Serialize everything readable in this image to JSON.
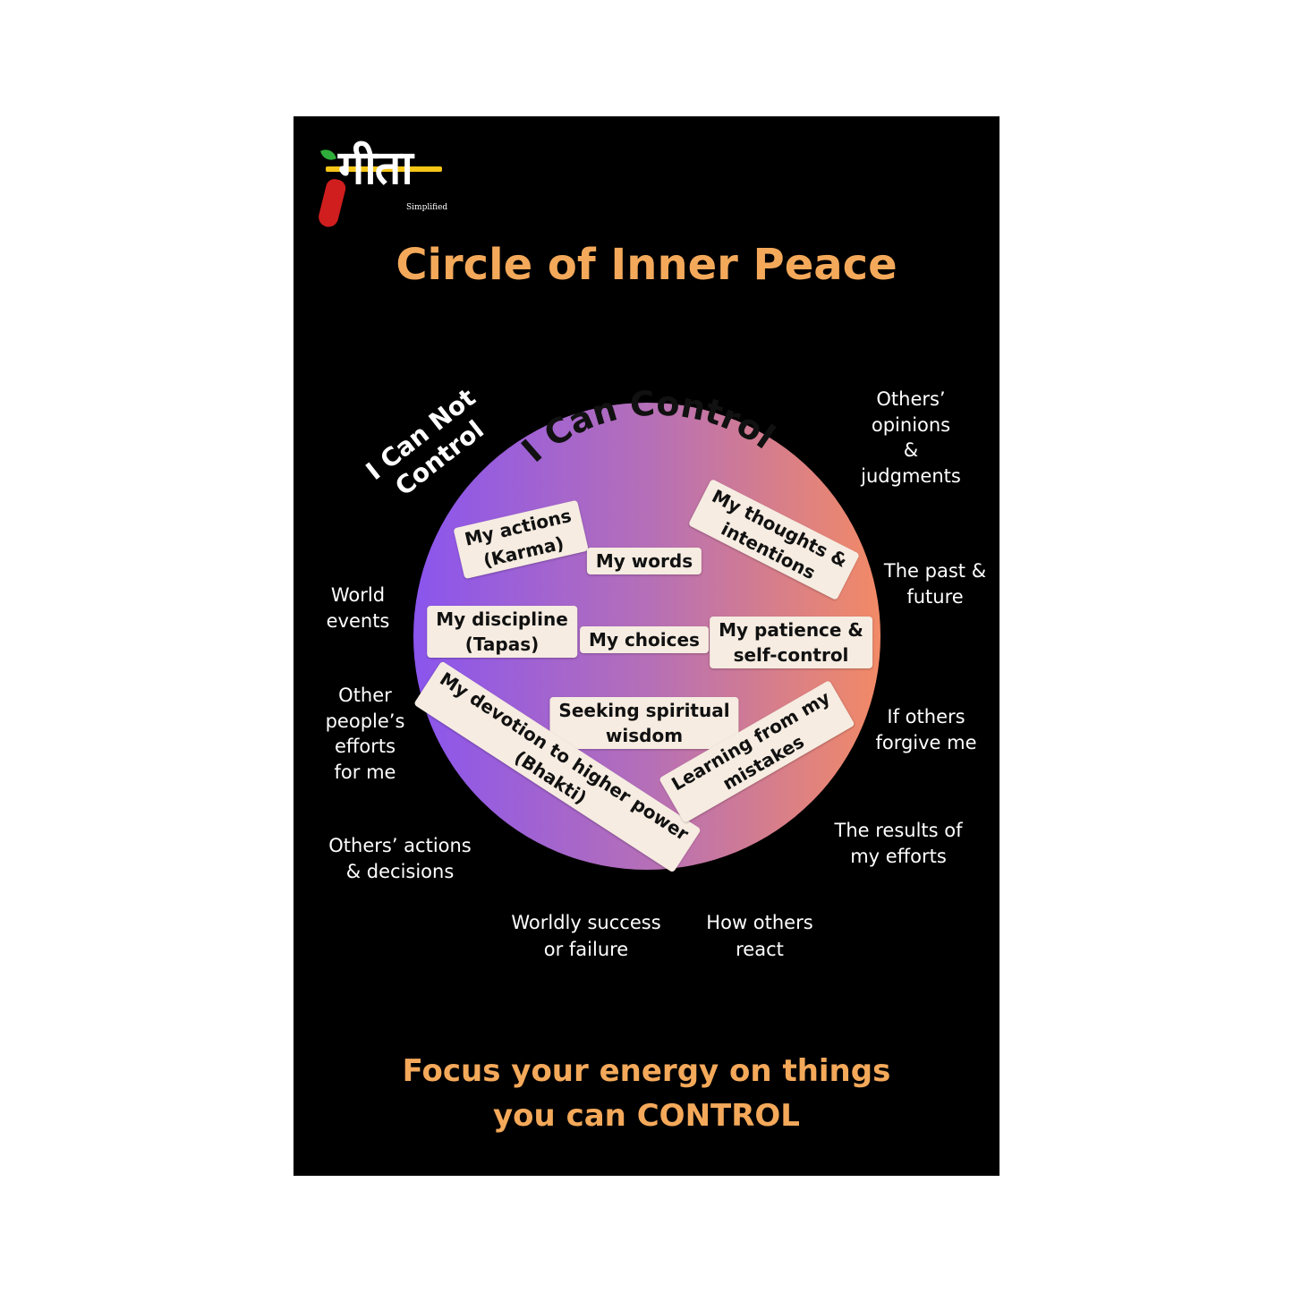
{
  "logo": {
    "text": "गीता",
    "subtext": "Simplified"
  },
  "title": "Circle of Inner Peace",
  "inner_heading": "I Can Control",
  "outer_heading": [
    "I Can Not",
    "Control"
  ],
  "control_items": [
    [
      "My actions",
      "(Karma)"
    ],
    [
      "My words"
    ],
    [
      "My thoughts &",
      "intentions"
    ],
    [
      "My discipline",
      "(Tapas)"
    ],
    [
      "My choices"
    ],
    [
      "My patience &",
      "self-control"
    ],
    [
      "Seeking spiritual",
      "wisdom"
    ],
    [
      "My devotion to higher power",
      "(Bhakti)"
    ],
    [
      "Learning from my",
      "mistakes"
    ]
  ],
  "outside_items": [
    [
      "Others’",
      "opinions",
      "&",
      "judgments"
    ],
    [
      "The past &",
      "future"
    ],
    [
      "If others",
      "forgive me"
    ],
    [
      "The results of",
      "my efforts"
    ],
    [
      "How others",
      "react"
    ],
    [
      "Worldly success",
      "or failure"
    ],
    [
      "Others’ actions",
      "& decisions"
    ],
    [
      "Other",
      "people’s",
      "efforts",
      "for me"
    ],
    [
      "World",
      "events"
    ]
  ],
  "footer": [
    "Focus your energy on things",
    "you can CONTROL"
  ],
  "colors": {
    "background": "#000000",
    "accent": "#f4a95a",
    "circle_start": "#8a55ee",
    "circle_end": "#f28a66",
    "chip": "#f6ece1"
  }
}
